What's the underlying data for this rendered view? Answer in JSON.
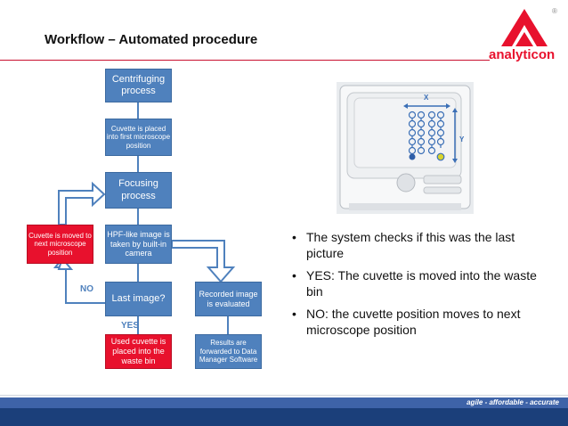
{
  "header": {
    "title": "Workflow – Automated procedure",
    "logo_text": "analyticon",
    "registered_mark": "®"
  },
  "flow": {
    "centrifuging": "Centrifuging process",
    "cuvette_placed": "Cuvette is placed into first microscope position",
    "focusing": "Focusing process",
    "image_taken": "HPF-like image is taken by built-in camera",
    "last_image": "Last image?",
    "recorded": "Recorded image is evaluated",
    "moved_next": "Cuvette is moved to next microscope position",
    "used_cuvette": "Used cuvette is placed into the waste bin",
    "results": "Results are forwarded to Data Manager Software",
    "no_label": "NO",
    "yes_label": "YES"
  },
  "cuvette_image": {
    "x_label": "X",
    "y_label": "Y"
  },
  "bullets": [
    "The system checks if this was the last picture",
    "YES: The cuvette is moved into the waste bin",
    "NO: the cuvette position moves to next microscope position"
  ],
  "footer": {
    "tagline": "agile - affordable - accurate"
  },
  "colors": {
    "process_blue": "#4f81bd",
    "brand_red": "#e8112d",
    "footer_blue": "#1b3f7a"
  }
}
